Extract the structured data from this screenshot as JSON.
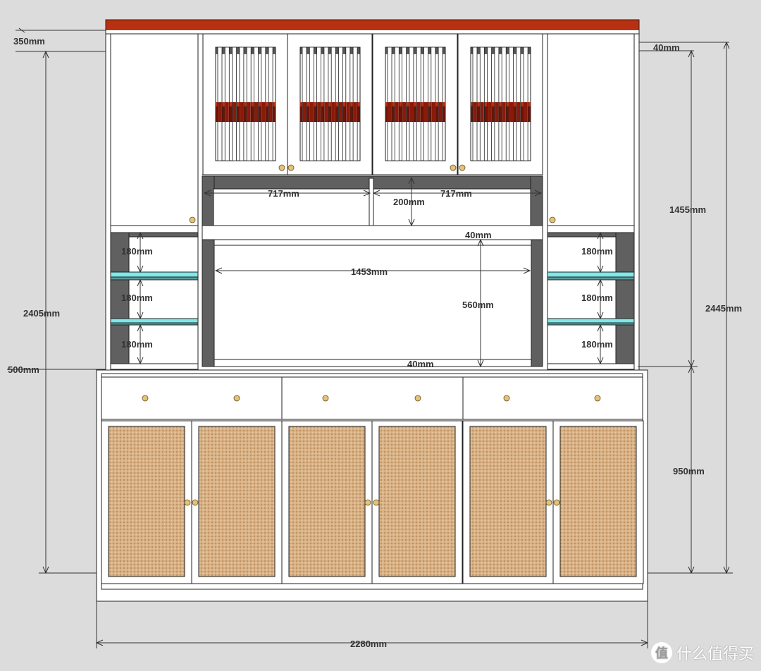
{
  "dimensions": {
    "depth_top": "350mm",
    "depth_bottom": "500mm",
    "top_board_right": "40mm",
    "bay_left_width": "717mm",
    "bay_right_width": "717mm",
    "gap_height": "200mm",
    "mid_board": "40mm",
    "open_width": "1453mm",
    "open_height": "560mm",
    "counter_board": "40mm",
    "shelf_left_1": "180mm",
    "shelf_left_2": "180mm",
    "shelf_left_3": "180mm",
    "shelf_right_1": "180mm",
    "shelf_right_2": "180mm",
    "shelf_right_3": "180mm",
    "upper_height": "1455mm",
    "lower_height": "950mm",
    "total_height_left": "2405mm",
    "total_height_right": "2445mm",
    "total_width": "2280mm"
  },
  "colors": {
    "background": "#dcdcdc",
    "cabinet": "#ffffff",
    "outline": "#222222",
    "top_cap": "#b83010",
    "shadow": "#606060",
    "glass_shelf": "#7fe8e8",
    "rattan": "#d9b48a",
    "handle": "#e3c27a",
    "rod_band": "#8a1a0a"
  },
  "watermark": {
    "text": "什么值得买",
    "logo_glyph": "值"
  }
}
